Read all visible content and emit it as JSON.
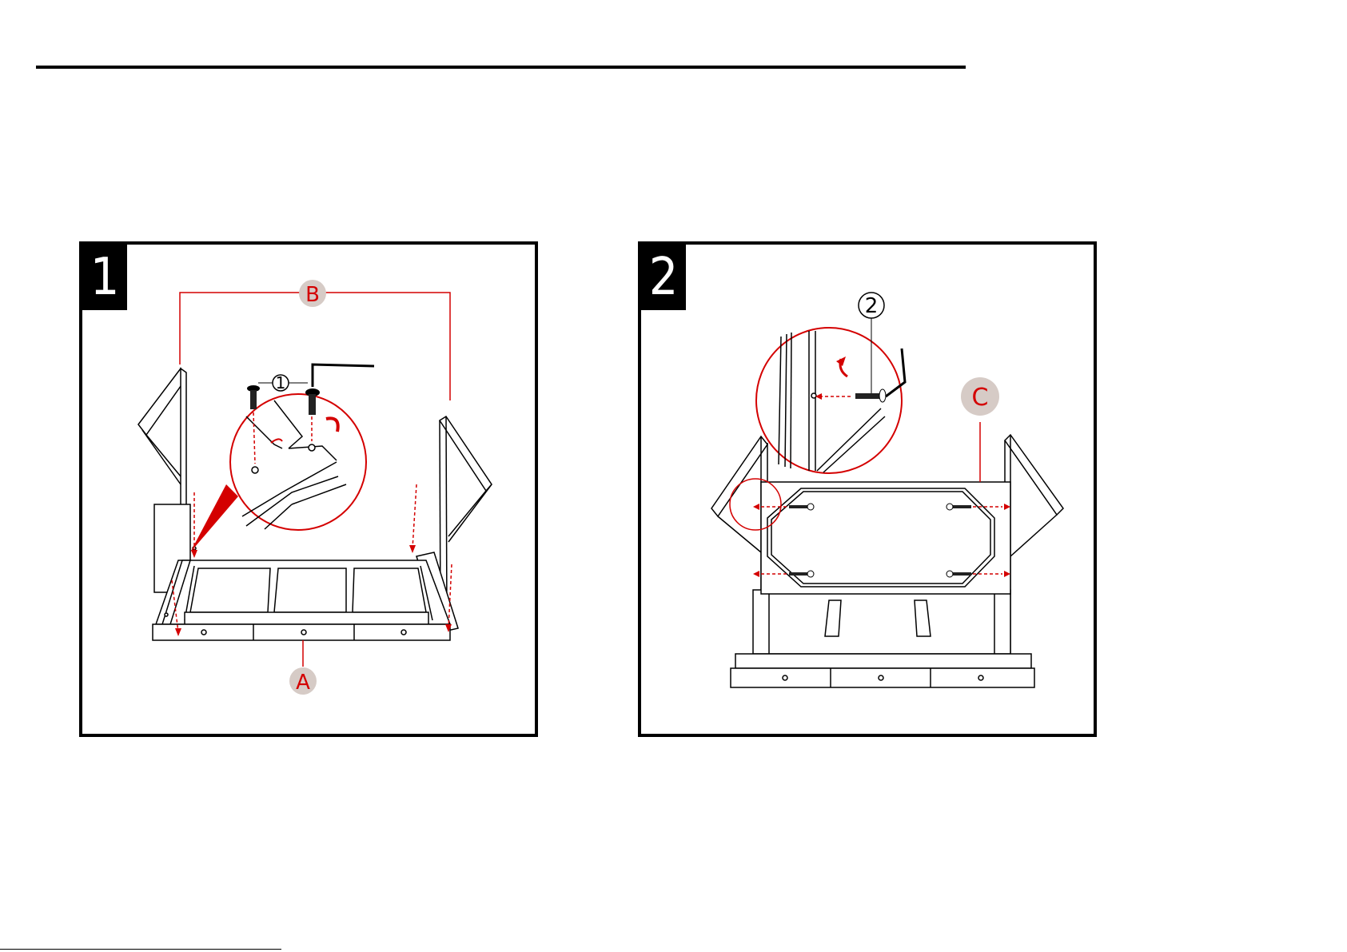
{
  "steps": [
    {
      "number": "1",
      "part_labels": {
        "top": "B",
        "bottom": "A"
      },
      "hardware_callout": "1"
    },
    {
      "number": "2",
      "part_labels": {
        "right": "C"
      },
      "hardware_callout": "2"
    }
  ],
  "colors": {
    "accent_red": "#d40000",
    "label_circle": "#d6cbc6",
    "line": "#000000"
  },
  "icons": [
    "allen-key-icon",
    "bolt-icon",
    "rotate-arrow-icon",
    "dashed-arrow-icon"
  ]
}
